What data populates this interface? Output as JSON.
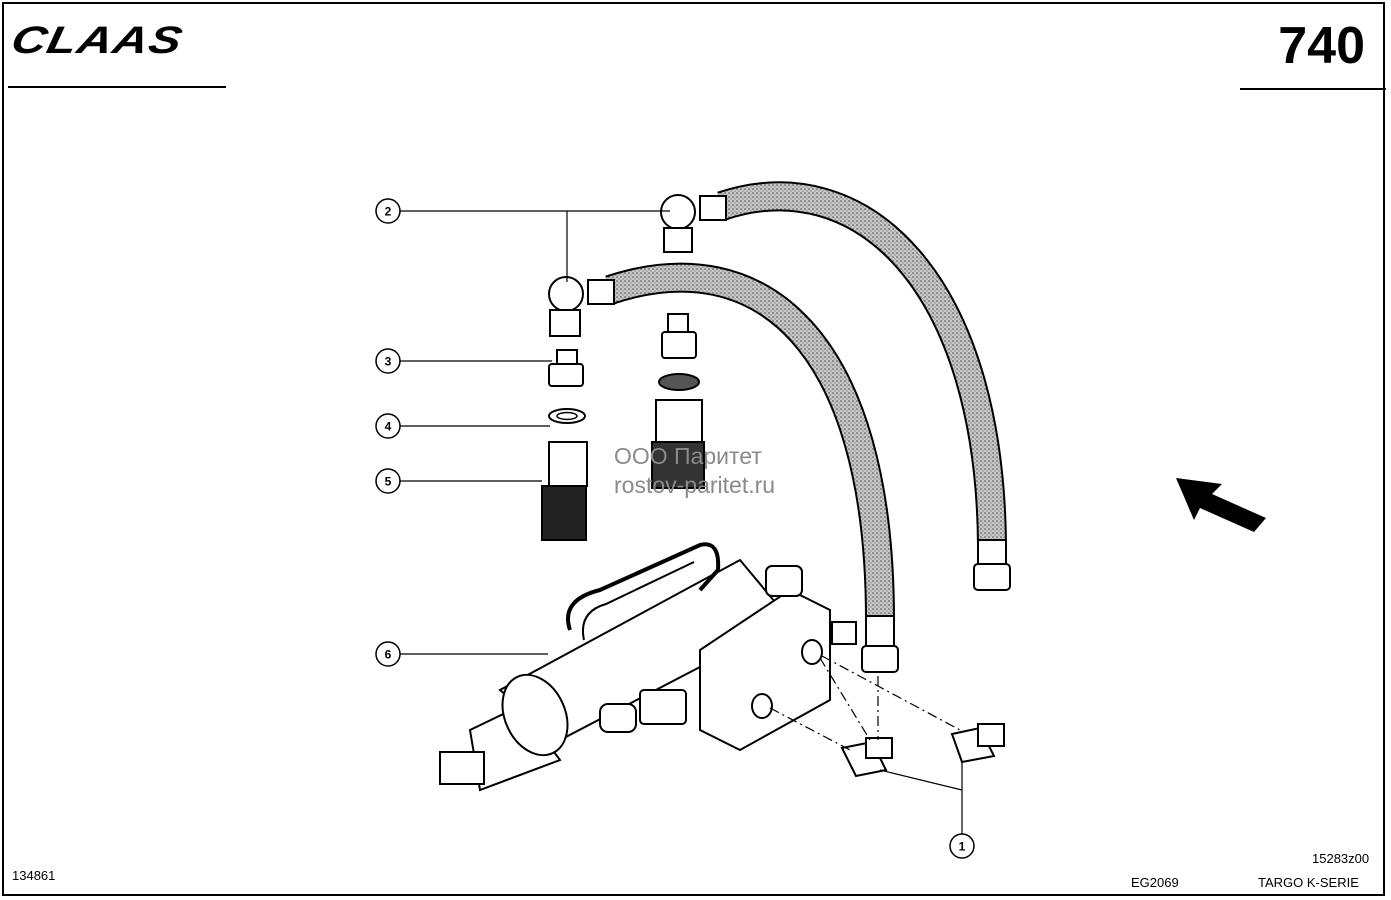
{
  "header": {
    "logo_text": "CLAAS",
    "page_number": "740"
  },
  "callouts": [
    "2",
    "3",
    "4",
    "5",
    "6",
    "1"
  ],
  "watermark": {
    "line1": "ООО Паритет",
    "line2": "rostov-paritet.ru"
  },
  "footer": {
    "left_code": "134861",
    "center_code": "EG2069",
    "right_top": "15283z00",
    "right_bottom": "TARGO K-SERIE"
  }
}
